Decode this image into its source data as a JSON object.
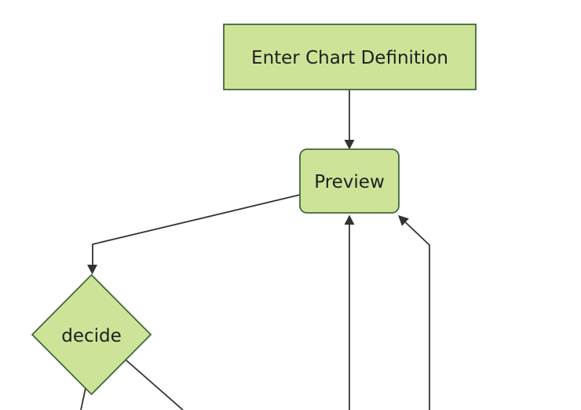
{
  "diagram": {
    "kind": "flowchart",
    "direction": "top-down",
    "nodes": [
      {
        "id": "enter-chart-definition",
        "label": "Enter Chart Definition",
        "shape": "rectangle"
      },
      {
        "id": "preview",
        "label": "Preview",
        "shape": "rounded-rectangle"
      },
      {
        "id": "decide",
        "label": "decide",
        "shape": "diamond"
      }
    ],
    "edges": [
      {
        "from": "enter-chart-definition",
        "to": "preview",
        "arrow": "down into Preview top"
      },
      {
        "from": "preview",
        "to": "decide",
        "arrow": "down-left into decide top vertex"
      },
      {
        "from": "offscreen-bottom",
        "to": "preview",
        "arrow": "up into Preview bottom center"
      },
      {
        "from": "offscreen-bottom",
        "to": "preview",
        "arrow": "up-left into Preview bottom-right corner"
      },
      {
        "from": "decide",
        "to": "offscreen-bottom",
        "arrow": "none (line exits bottom edge, near-vertical)"
      },
      {
        "from": "decide",
        "to": "offscreen-bottom",
        "arrow": "none (line exits bottom edge, down-right)"
      }
    ]
  },
  "colors": {
    "background": "#ffffff",
    "node_fill": "#cde498",
    "node_stroke": "#41693b",
    "edge_stroke": "#333333",
    "text_color": "#1f1f1f"
  }
}
